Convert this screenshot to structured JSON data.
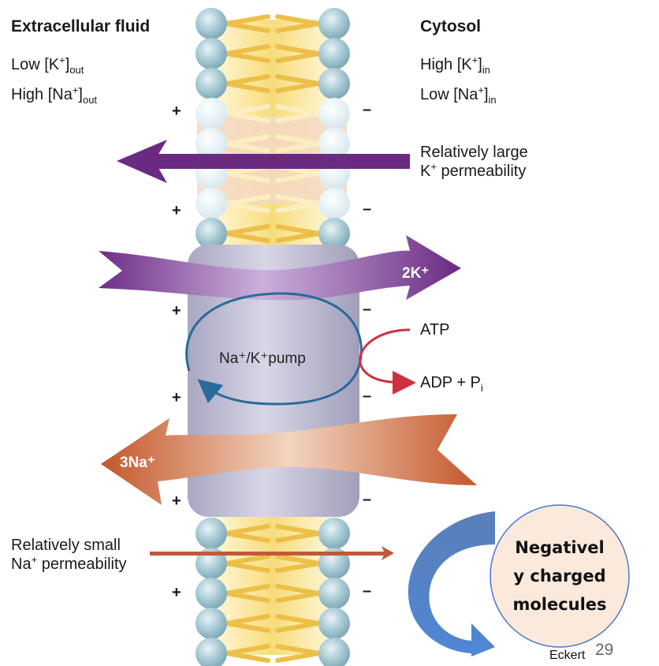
{
  "left_panel": {
    "title": "Extracellular fluid",
    "line1": {
      "prefix": "Low  [K",
      "sup": "+",
      "close": "]",
      "sub": "out"
    },
    "line2": {
      "prefix": "High [Na",
      "sup": "+",
      "close": "]",
      "sub": "out"
    }
  },
  "right_panel": {
    "title": "Cytosol",
    "line1": {
      "prefix": "High [K",
      "sup": "+",
      "close": "]",
      "sub": "in"
    },
    "line2": {
      "prefix": "Low  [Na",
      "sup": "+",
      "close": "]",
      "sub": "in"
    }
  },
  "k_channel": {
    "label_line1": "Relatively large",
    "label_line2_sup_prefix": "K",
    "label_line2_sup": "+",
    "label_line2_rest": " permeability",
    "arrow_color": "#6a2a82"
  },
  "na_leak": {
    "label_line1": "Relatively small",
    "label_line2_prefix": "Na",
    "label_line2_sup": "+",
    "label_line2_rest": " permeability",
    "arrow_color": "#c0583a"
  },
  "pump": {
    "label": "Na⁺/K⁺pump",
    "k_arrow_label": "2K⁺",
    "na_arrow_label": "3Na⁺",
    "atp_label": "ATP",
    "adp_label": "ADP + P",
    "adp_sub": "i",
    "cycle_color": "#2a6a9a",
    "atp_arrow_color": "#d0303e"
  },
  "charges": {
    "outside": "+",
    "inside": "–"
  },
  "annotation": {
    "molecule_line1": "Negativel",
    "molecule_line2": "y charged",
    "molecule_line3": "molecules",
    "circle_fill": "#fbe9dc",
    "curve_arrow_color": "#4a78c8"
  },
  "footer": {
    "credit": "Eckert",
    "page_number": "29"
  }
}
